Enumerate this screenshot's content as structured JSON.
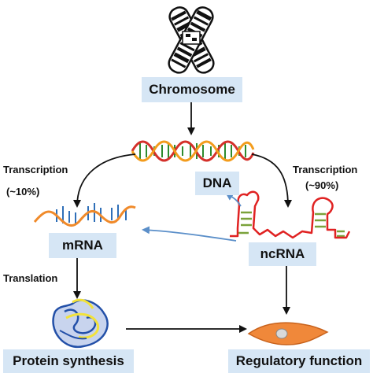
{
  "nodes": {
    "chromosome": "Chromosome",
    "dna": "DNA",
    "mrna": "mRNA",
    "ncrna": "ncRNA",
    "protein_synthesis": "Protein synthesis",
    "regulatory_function": "Regulatory function"
  },
  "edges": {
    "transcription_left": "Transcription",
    "transcription_left_pct": "(~10%)",
    "transcription_right": "Transcription",
    "transcription_right_pct": "(~90%)",
    "translation": "Translation"
  },
  "colors": {
    "box_fill": "#d6e6f5",
    "dna_red": "#d4302a",
    "dna_orange": "#f39c1c",
    "dna_green": "#2e8b2e",
    "mrna_orange": "#f08a2a",
    "mrna_blue": "#2f6fb8",
    "ncrna_red": "#e02222",
    "ncrna_green": "#7aa23a",
    "arrow_blue": "#5b8fc9",
    "cell_orange": "#f0883a",
    "protein_blue": "#2350a8",
    "protein_yellow": "#f2e23a"
  }
}
